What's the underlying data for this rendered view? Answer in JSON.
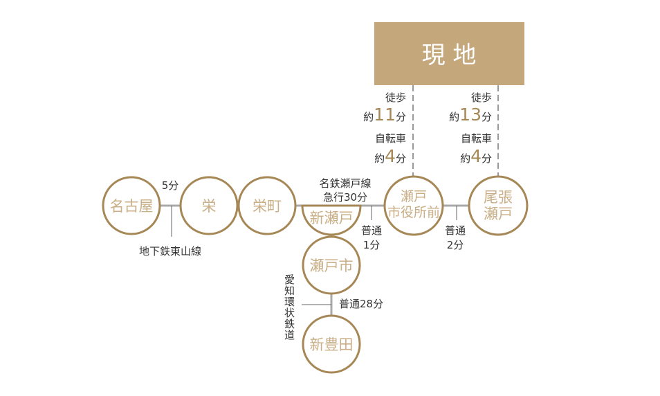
{
  "destination": "現 地",
  "stations": {
    "nagoya": "名古屋",
    "sakae": "栄",
    "sakaemachi": "栄町",
    "shinseto": "新瀬戸",
    "setoshi": "瀬戸市",
    "shintoyota": "新豊田",
    "shiyakusho_1": "瀬戸",
    "shiyakusho_2": "市役所前",
    "owari_1": "尾張",
    "owari_2": "瀬戸"
  },
  "routes": {
    "higashiyama_time": "5分",
    "higashiyama_line": "地下鉄東山線",
    "meitetsu_line": "名鉄瀬戸線",
    "meitetsu_time": "急行30分",
    "local": "普通",
    "local_1": "1分",
    "local_2": "2分",
    "aichi_loop_line": "愛知環状鉄道",
    "aichi_time": "普通28分"
  },
  "access": [
    {
      "walk": "徒歩",
      "approx": "約",
      "walk_min": "11",
      "min": "分",
      "bike": "自転車",
      "bike_min": "4"
    },
    {
      "walk": "徒歩",
      "approx": "約",
      "walk_min": "13",
      "min": "分",
      "bike": "自転車",
      "bike_min": "4"
    }
  ],
  "colors": {
    "box": "#c4a87c",
    "ring": "#a68756",
    "station_text": "#c9ae86"
  }
}
